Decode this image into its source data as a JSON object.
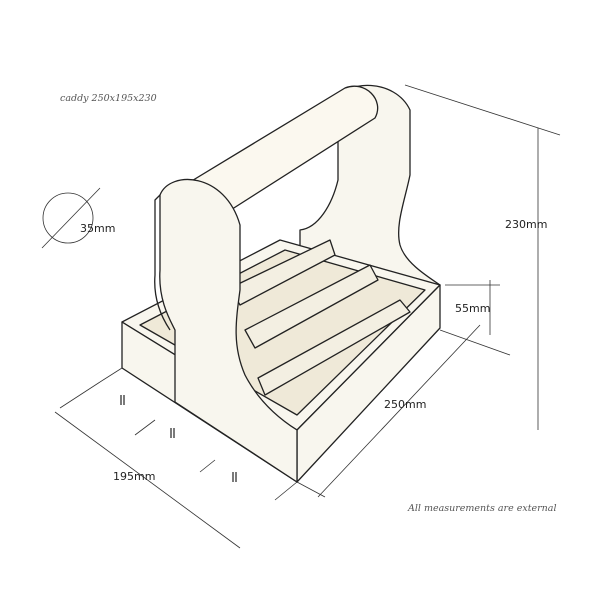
{
  "title": "caddy 250x195x230",
  "note": "All measurements are external",
  "dimensions": {
    "height": "230mm",
    "side_height": "55mm",
    "length": "250mm",
    "width": "195mm",
    "handle_diameter": "35mm"
  },
  "colors": {
    "wood": "#f8f6ee",
    "outline": "#222222",
    "dimension_line": "#333333"
  }
}
